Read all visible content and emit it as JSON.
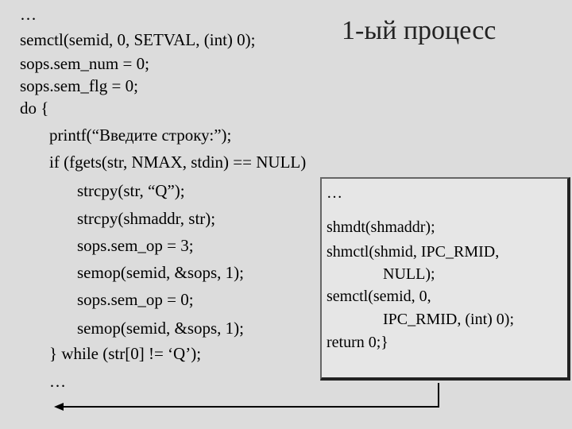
{
  "heading": "1-ый процесс",
  "code_lines": [
    "…",
    "semctl(semid, 0, SETVAL, (int) 0);",
    "sops.sem_num = 0;",
    "sops.sem_flg = 0;",
    "do {",
    "printf(“Введите строку:”);",
    "if (fgets(str, NMAX, stdin) == NULL)",
    "strcpy(str, “Q”);",
    "strcpy(shmaddr, str);",
    "sops.sem_op = 3;",
    "semop(semid, &sops, 1);",
    "sops.sem_op = 0;",
    "semop(semid, &sops, 1);",
    "} while (str[0] != ‘Q’);",
    "…"
  ],
  "callout_lines": [
    "…",
    "shmdt(shmaddr);",
    "shmctl(shmid, IPC_RMID,",
    "NULL);",
    "semctl(semid, 0,",
    "IPC_RMID, (int) 0);",
    "return 0;}"
  ]
}
